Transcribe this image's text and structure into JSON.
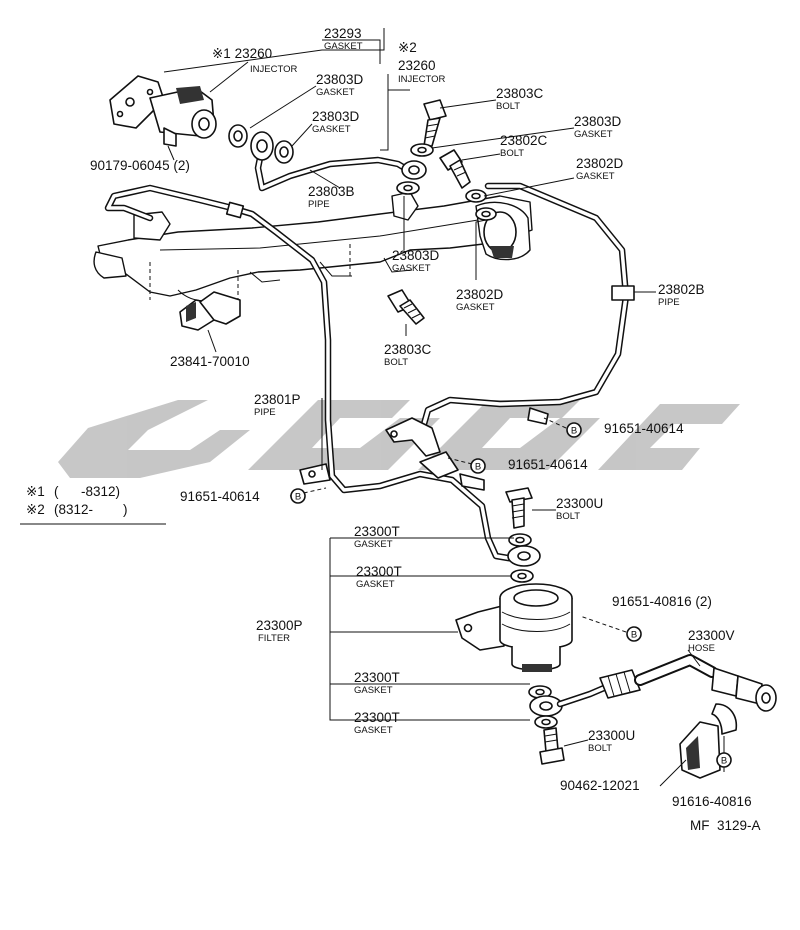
{
  "diagram_code": "MF  3129-A",
  "notes": [
    {
      "mark": "※1",
      "range": "(      -8312)"
    },
    {
      "mark": "※2",
      "range": "(8312-        )"
    }
  ],
  "parts": [
    {
      "id": "p23293",
      "number": "23293",
      "name": "GASKET"
    },
    {
      "id": "p23260a",
      "number": "※1  23260",
      "name": "INJECTOR"
    },
    {
      "id": "p23260b",
      "number": "※2\n23260",
      "name": "INJECTOR"
    },
    {
      "id": "p23803d_1",
      "number": "23803D",
      "name": "GASKET"
    },
    {
      "id": "p23803d_2",
      "number": "23803D",
      "name": "GASKET"
    },
    {
      "id": "p23803c_1",
      "number": "23803C",
      "name": "BOLT"
    },
    {
      "id": "p23803d_3",
      "number": "23803D",
      "name": "GASKET"
    },
    {
      "id": "p23802c",
      "number": "23802C",
      "name": "BOLT"
    },
    {
      "id": "p23802d_1",
      "number": "23802D",
      "name": "GASKET"
    },
    {
      "id": "p90179",
      "number": "90179-06045 (2)",
      "name": ""
    },
    {
      "id": "p23803b",
      "number": "23803B",
      "name": "PIPE"
    },
    {
      "id": "p23803d_4",
      "number": "23803D",
      "name": "GASKET"
    },
    {
      "id": "p23802d_2",
      "number": "23802D",
      "name": "GASKET"
    },
    {
      "id": "p23802b",
      "number": "23802B",
      "name": "PIPE"
    },
    {
      "id": "p23841",
      "number": "23841-70010",
      "name": ""
    },
    {
      "id": "p23803c_2",
      "number": "23803C",
      "name": "BOLT"
    },
    {
      "id": "p23801p",
      "number": "23801P",
      "name": "PIPE"
    },
    {
      "id": "p91651a",
      "number": "91651-40614",
      "name": ""
    },
    {
      "id": "p91651b",
      "number": "91651-40614",
      "name": ""
    },
    {
      "id": "p91651c",
      "number": "91651-40614",
      "name": ""
    },
    {
      "id": "p23300u_1",
      "number": "23300U",
      "name": "BOLT"
    },
    {
      "id": "p23300t_1",
      "number": "23300T",
      "name": "GASKET"
    },
    {
      "id": "p23300t_2",
      "number": "23300T",
      "name": "GASKET"
    },
    {
      "id": "p91651d",
      "number": "91651-40816 (2)",
      "name": ""
    },
    {
      "id": "p23300p",
      "number": "23300P",
      "name": "FILTER"
    },
    {
      "id": "p23300v",
      "number": "23300V",
      "name": "HOSE"
    },
    {
      "id": "p23300t_3",
      "number": "23300T",
      "name": "GASKET"
    },
    {
      "id": "p23300t_4",
      "number": "23300T",
      "name": "GASKET"
    },
    {
      "id": "p23300u_2",
      "number": "23300U",
      "name": "BOLT"
    },
    {
      "id": "p90462",
      "number": "90462-12021",
      "name": ""
    },
    {
      "id": "p91616",
      "number": "91616-40816",
      "name": ""
    }
  ],
  "b_marker": "B"
}
